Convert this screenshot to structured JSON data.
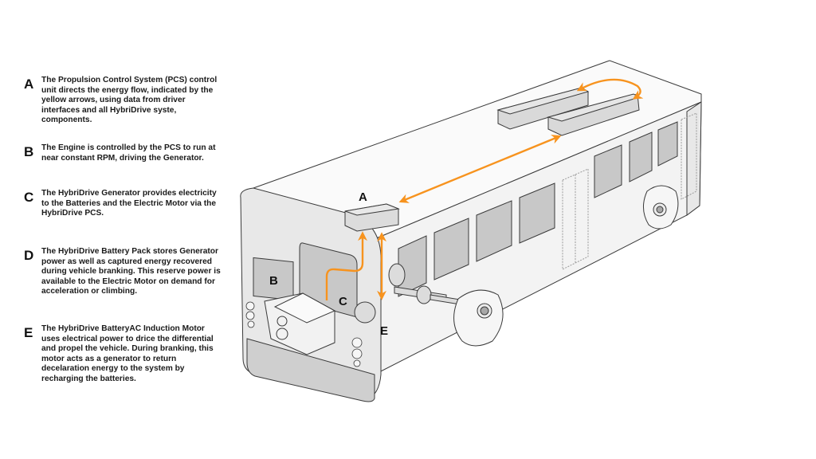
{
  "legend": {
    "items": [
      {
        "letter": "A",
        "text": "The Propulsion Control System (PCS) control unit directs the energy flow, indicated by the yellow arrows, using data from driver interfaces and all HybriDrive syste, components."
      },
      {
        "letter": "B",
        "text": "The Engine is controlled by the PCS to run at near constant RPM, driving the Generator."
      },
      {
        "letter": "C",
        "text": "The HybriDrive Generator provides electricity to the Batteries and the Electric Motor via the HybriDrive PCS."
      },
      {
        "letter": "D",
        "text": "The HybriDrive Battery Pack stores Generator power as well as captured energy recovered during vehicle branking. This reserve power is available to the Electric Motor on demand for acceleration or climbing."
      },
      {
        "letter": "E",
        "text": "The HybriDrive BatteryAC Induction Motor uses electrical power to drice the differential and propel the vehicle. During branking, this motor acts as a generator to return decelaration energy to the system by recharging the batteries."
      }
    ]
  },
  "diagram": {
    "callouts": {
      "a": "A",
      "b": "B",
      "c": "C",
      "e": "E"
    },
    "colors": {
      "arrow": "#f7931e",
      "outline": "#3a3a3a",
      "body": "#f4f4f4",
      "front": "#e6e6e6",
      "window": "#c8c8c8",
      "bumper": "#cfcfcf",
      "battery": "#d9d9d9"
    }
  }
}
